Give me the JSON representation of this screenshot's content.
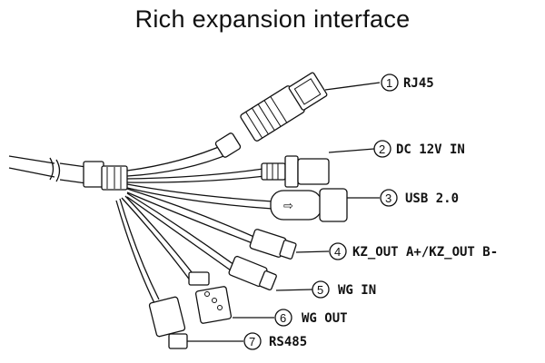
{
  "title": "Rich expansion interface",
  "connectors": [
    {
      "number": "1",
      "label": "RJ45"
    },
    {
      "number": "2",
      "label": "DC 12V IN"
    },
    {
      "number": "3",
      "label": "USB 2.0"
    },
    {
      "number": "4",
      "label": "KZ_OUT A+/KZ_OUT B-"
    },
    {
      "number": "5",
      "label": "WG IN"
    },
    {
      "number": "6",
      "label": "WG OUT"
    },
    {
      "number": "7",
      "label": "RS485"
    }
  ]
}
